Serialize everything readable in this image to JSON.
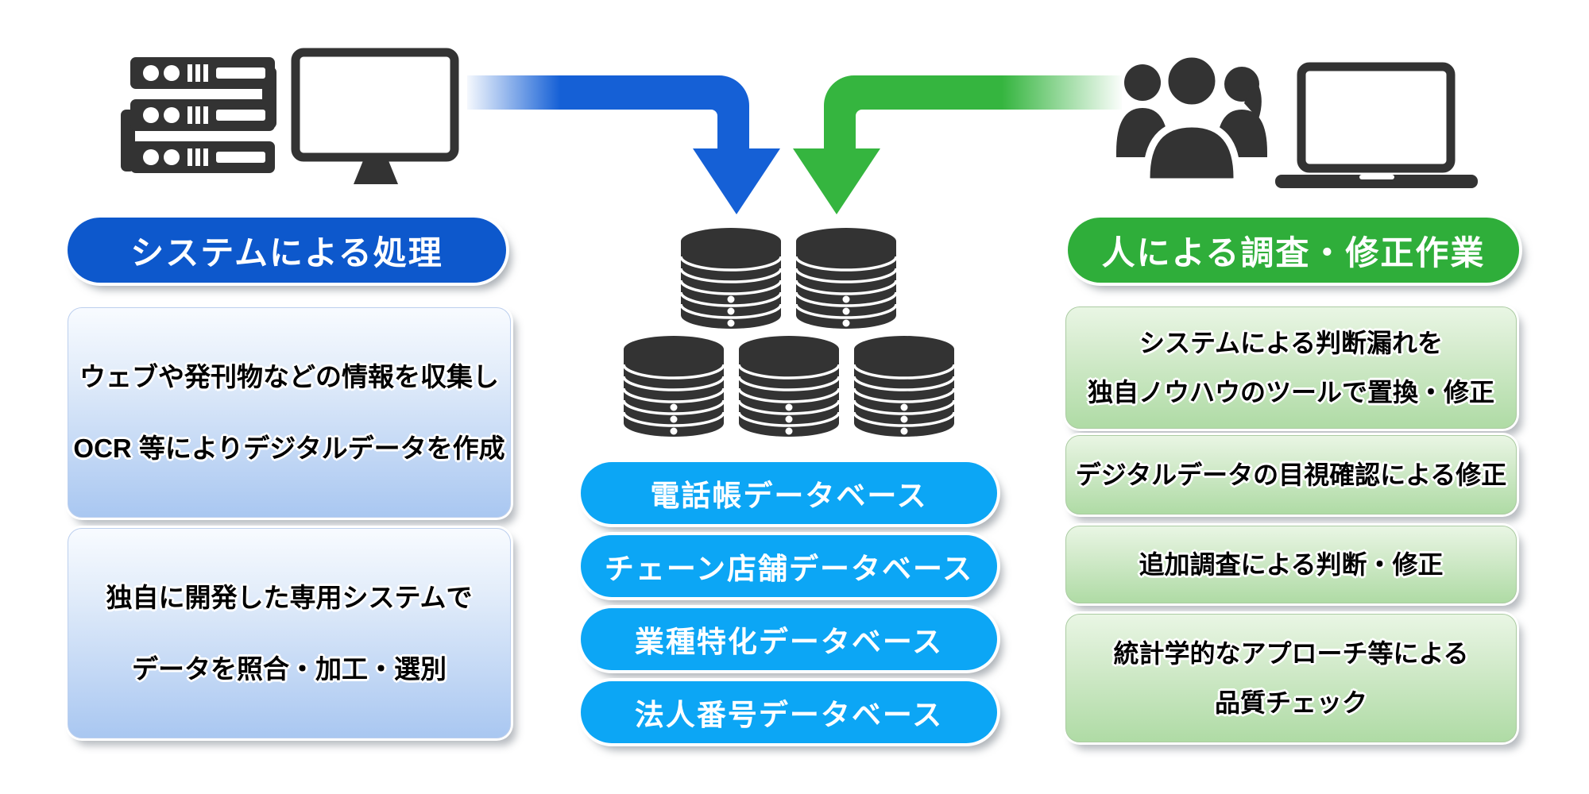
{
  "diagram": {
    "title_hint": "data-processing flow diagram",
    "left": {
      "header": "システムによる処理",
      "box1_line1": "ウェブや発刊物などの情報を収集し",
      "box1_line2": "OCR 等によりデジタルデータを作成",
      "box2_line1": "独自に開発した専用システムで",
      "box2_line2": "データを照合・加工・選別"
    },
    "center": {
      "pills": [
        "電話帳データベース",
        "チェーン店舗データベース",
        "業種特化データベース",
        "法人番号データベース"
      ]
    },
    "right": {
      "header": "人による調査・修正作業",
      "box1_line1": "システムによる判断漏れを",
      "box1_line2": "独自ノウハウのツールで置換・修正",
      "box2_line1": "デジタルデータの目視確認による修正",
      "box3_line1": "追加調査による判断・修正",
      "box4_line1": "統計学的なアプローチ等による",
      "box4_line2": "品質チェック"
    },
    "icons": {
      "server": "server-rack-icon",
      "monitor": "desktop-monitor-icon",
      "people": "people-group-icon",
      "laptop": "laptop-icon",
      "database": "database-cluster-icon",
      "arrow_blue": "blue-bent-arrow-down-icon",
      "arrow_green": "green-bent-arrow-down-icon"
    },
    "colors": {
      "header_blue": "#0d58cc",
      "header_green": "#2fae3a",
      "arrow_blue": "#1560d6",
      "arrow_green": "#35b53f",
      "db_pill_blue": "#0ca6f5",
      "box_blue_bottom": "#a9c7f1",
      "box_green_bottom": "#afdba5",
      "icon_dark": "#333333"
    }
  }
}
